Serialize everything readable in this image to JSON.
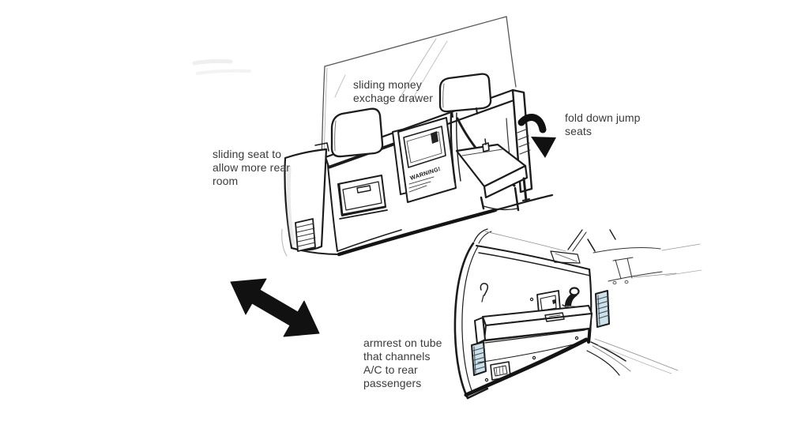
{
  "figure": {
    "type": "concept-sketch",
    "subject": "vehicle interior design sketch: partition with money drawer and jump seats, door panel with A/C armrest tube"
  },
  "annotations": {
    "money_drawer": {
      "text": "sliding money\nexchage drawer"
    },
    "jump_seats": {
      "text": "fold down jump\nseats"
    },
    "sliding_seat": {
      "text": "sliding seat to\nallow more rear\nroom"
    },
    "armrest": {
      "text": "armrest on tube\nthat channels\nA/C to rear\npassengers"
    }
  },
  "sketch": {
    "warning_label": "WARNING!"
  },
  "colors": {
    "ink": "#1c1c1c",
    "pencil": "#9b9b9b",
    "vent_tint": "#bdd6e2",
    "label_text": "#3a3a3a",
    "background": "#ffffff"
  }
}
